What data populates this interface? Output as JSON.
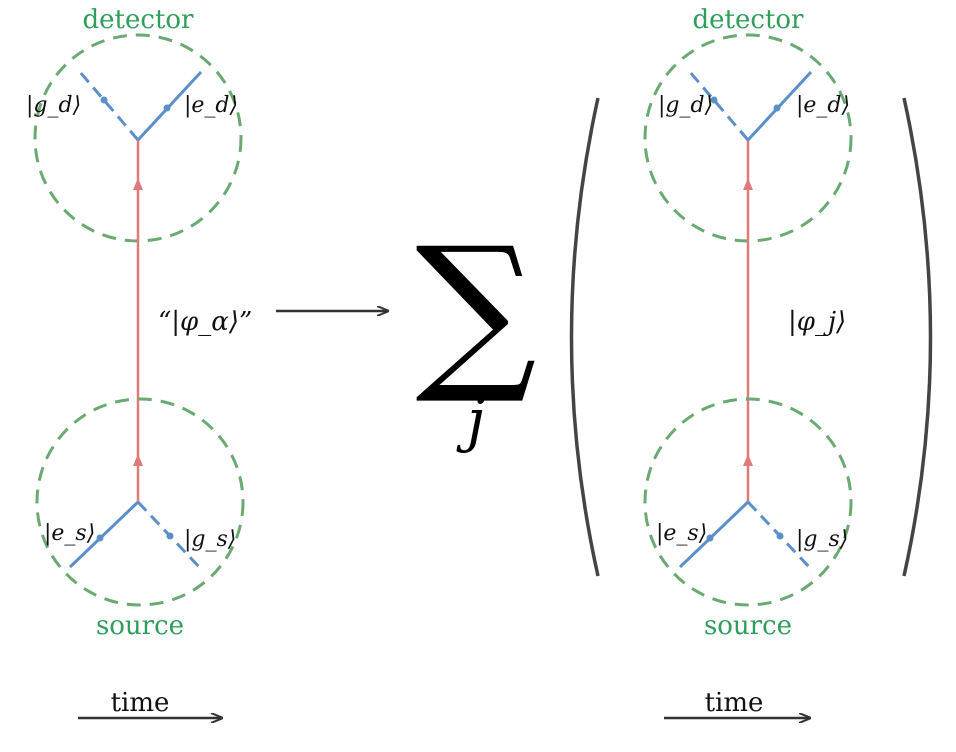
{
  "left_panel": {
    "detector_label": "detector",
    "source_label": "source",
    "ket_gd": "|g_d⟩",
    "ket_ed": "|e_d⟩",
    "ket_es": "|e_s⟩",
    "ket_gs": "|g_s⟩",
    "state_label": "“|φ_α⟩”",
    "time_label": "time"
  },
  "sum": {
    "symbol": "∑",
    "index": "j"
  },
  "right_panel": {
    "detector_label": "detector",
    "source_label": "source",
    "ket_gd": "|g_d⟩",
    "ket_ed": "|e_d⟩",
    "ket_es": "|e_s⟩",
    "ket_gs": "|g_s⟩",
    "state_label": "|φ_j⟩",
    "time_label": "time"
  },
  "colors": {
    "circle": "#6aaa72",
    "photon_line": "#e07a7a",
    "atom_line": "#5b8fc9",
    "arrow": "#333333",
    "label_green": "#2f9e5a"
  }
}
